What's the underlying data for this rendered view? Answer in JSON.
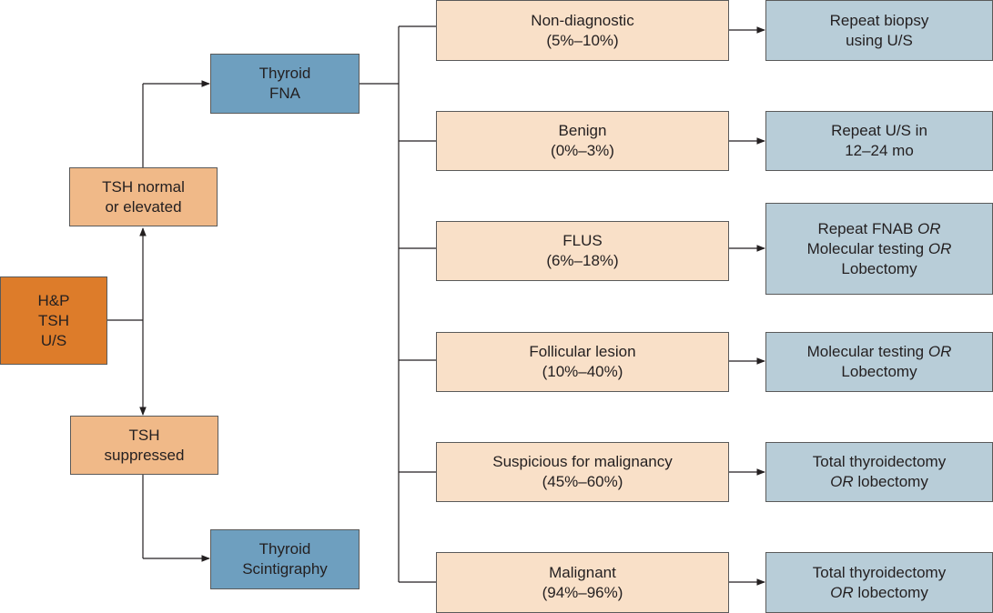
{
  "start": {
    "lines": [
      "H&P",
      "TSH",
      "U/S"
    ]
  },
  "tsh_normal": {
    "lines": [
      "TSH normal",
      "or elevated"
    ]
  },
  "tsh_suppressed": {
    "lines": [
      "TSH",
      "suppressed"
    ]
  },
  "thyroid_fna": {
    "lines": [
      "Thyroid",
      "FNA"
    ]
  },
  "scintigraphy": {
    "lines": [
      "Thyroid",
      "Scintigraphy"
    ]
  },
  "results": [
    {
      "name": "Non-diagnostic",
      "pct": "(5%–10%)"
    },
    {
      "name": "Benign",
      "pct": "(0%–3%)"
    },
    {
      "name": "FLUS",
      "pct": "(6%–18%)"
    },
    {
      "name": "Follicular lesion",
      "pct": "(10%–40%)"
    },
    {
      "name": "Suspicious for malignancy",
      "pct": "(45%–60%)"
    },
    {
      "name": "Malignant",
      "pct": "(94%–96%)"
    }
  ],
  "actions": [
    {
      "lines": [
        {
          "t": "Repeat biopsy"
        },
        {
          "t": "using U/S"
        }
      ]
    },
    {
      "lines": [
        {
          "t": "Repeat U/S in"
        },
        {
          "t": "12–24 mo"
        }
      ]
    },
    {
      "lines": [
        {
          "t": "Repeat FNAB ",
          "or": "OR"
        },
        {
          "t": "Molecular testing ",
          "or": "OR"
        },
        {
          "t": "Lobectomy"
        }
      ]
    },
    {
      "lines": [
        {
          "t": "Molecular testing ",
          "or": "OR"
        },
        {
          "t": "Lobectomy"
        }
      ]
    },
    {
      "lines": [
        {
          "t": "Total thyroidectomy"
        },
        {
          "pre": "OR",
          "t": " lobectomy"
        }
      ]
    },
    {
      "lines": [
        {
          "t": "Total thyroidectomy"
        },
        {
          "pre": "OR",
          "t": " lobectomy"
        }
      ]
    }
  ],
  "colors": {
    "start": "#dd7c2a",
    "tsh": "#f0b988",
    "procedure": "#6e9fbf",
    "result": "#f9e0c8",
    "action": "#b8cdd8"
  }
}
